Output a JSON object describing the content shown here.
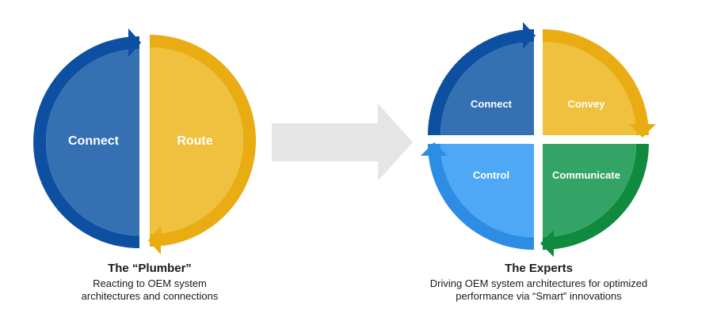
{
  "left_circle": {
    "segments": [
      {
        "key": "connect",
        "label": "Connect",
        "fill": "#3470B2",
        "arrow": "#0D4FA1"
      },
      {
        "key": "route",
        "label": "Route",
        "fill": "#EFC13E",
        "arrow": "#E9AC12"
      }
    ]
  },
  "right_circle": {
    "segments": [
      {
        "key": "connect",
        "label": "Connect",
        "fill": "#3470B2",
        "arrow": "#0D4FA1"
      },
      {
        "key": "convey",
        "label": "Convey",
        "fill": "#EFC13E",
        "arrow": "#E9AC12"
      },
      {
        "key": "communicate",
        "label": "Communicate",
        "fill": "#34A466",
        "arrow": "#0F8A3E"
      },
      {
        "key": "control",
        "label": "Control",
        "fill": "#4EA8F5",
        "arrow": "#2D8CE3"
      }
    ]
  },
  "middle_arrow": {
    "color": "#E5E5E5"
  },
  "captions": {
    "left": {
      "title": "The “Plumber”",
      "lines": [
        "Reacting to OEM system",
        "architectures and connections"
      ]
    },
    "right": {
      "title": "The Experts",
      "lines": [
        "Driving OEM system architectures for optimized",
        "performance via “Smart” innovations"
      ]
    }
  }
}
